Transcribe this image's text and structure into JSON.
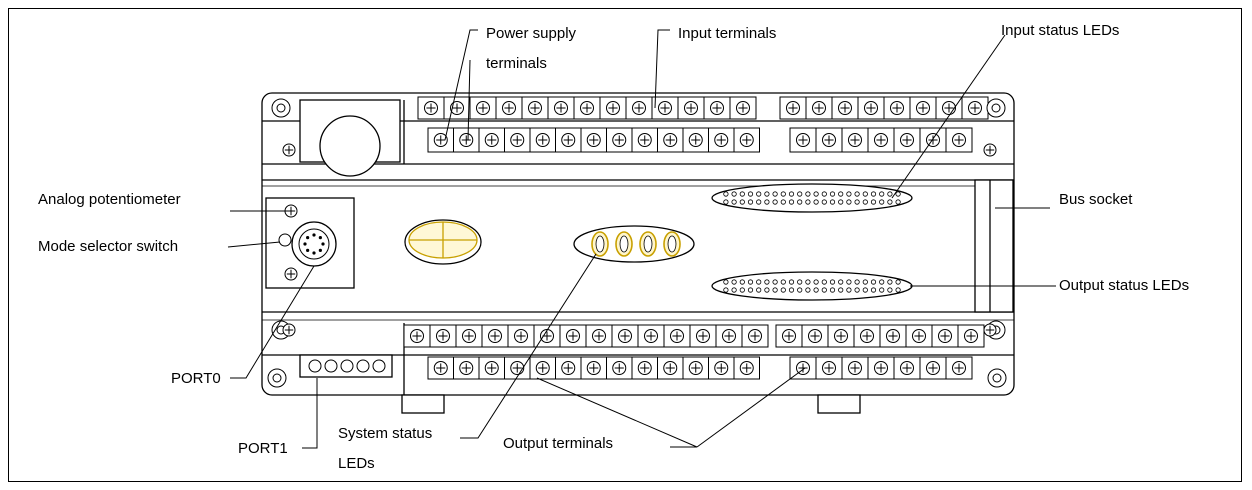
{
  "labels": {
    "power_supply_line1": "Power supply",
    "power_supply_line2": "terminals",
    "input_terminals": "Input terminals",
    "input_status_leds": "Input status LEDs",
    "analog_potentiometer": "Analog potentiometer",
    "mode_selector_switch": "Mode selector switch",
    "bus_socket": "Bus socket",
    "output_status_leds": "Output status LEDs",
    "port0": "PORT0",
    "port1": "PORT1",
    "system_status_line1": "System status",
    "system_status_line2": "LEDs",
    "output_terminals": "Output terminals"
  },
  "colors": {
    "line": "#000000",
    "led_fill": "#fff6cc",
    "led_stroke": "#c8a000",
    "body": "#ffffff"
  },
  "icons": {
    "terminal_screw": "screw-icon",
    "mounting_hole": "mounting-hole-icon"
  }
}
